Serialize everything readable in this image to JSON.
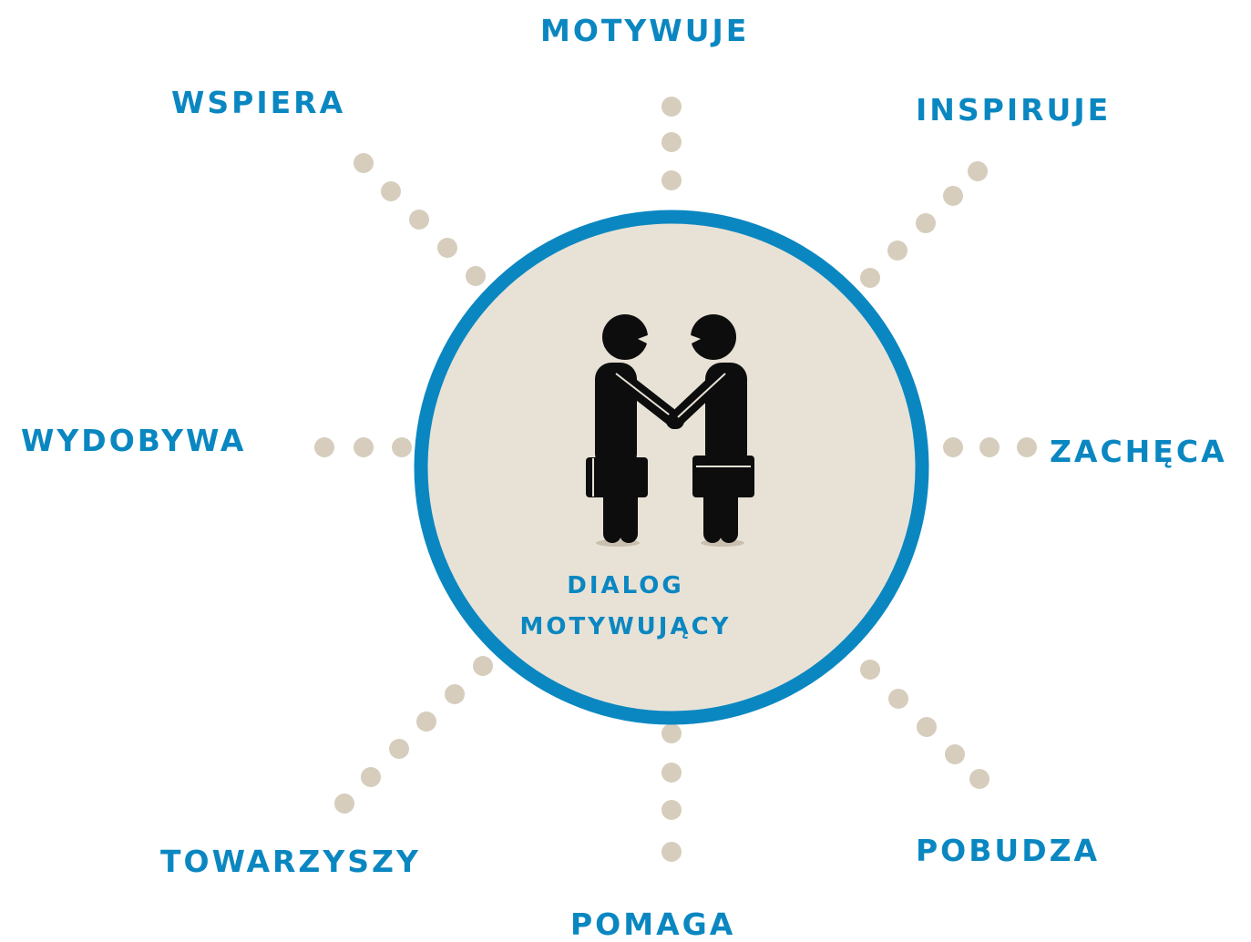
{
  "colors": {
    "accent": "#0a87c1",
    "dot": "#d6cdbd",
    "circle_fill": "#e8e2d6",
    "figure": "#0d0d0d"
  },
  "center": {
    "line1": "DIALOG",
    "line2": "MOTYWUJĄCY",
    "icon": "handshake-businessmen-icon"
  },
  "spokes": [
    {
      "id": "motywuje",
      "label": "MOTYWUJE"
    },
    {
      "id": "inspiruje",
      "label": "INSPIRUJE"
    },
    {
      "id": "zacheca",
      "label": "ZACHĘCA"
    },
    {
      "id": "pobudza",
      "label": "POBUDZA"
    },
    {
      "id": "pomaga",
      "label": "POMAGA"
    },
    {
      "id": "towarzyszy",
      "label": "TOWARZYSZY"
    },
    {
      "id": "wydobywa",
      "label": "WYDOBYWA"
    },
    {
      "id": "wspiera",
      "label": "WSPIERA"
    }
  ]
}
